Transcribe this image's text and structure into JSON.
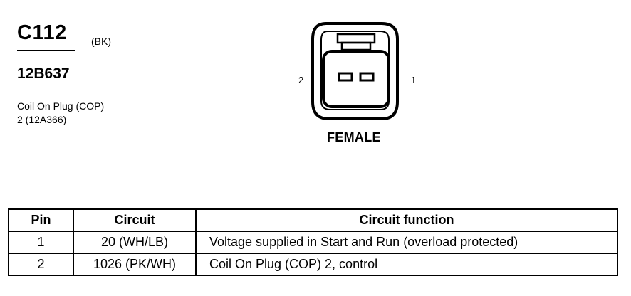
{
  "connector": {
    "id": "C112",
    "color": "(BK)",
    "part_number": "12B637",
    "description_line1": "Coil On Plug (COP)",
    "description_line2": "2 (12A366)"
  },
  "diagram": {
    "pin_left": "2",
    "pin_right": "1",
    "gender": "FEMALE"
  },
  "table": {
    "headers": [
      "Pin",
      "Circuit",
      "Circuit function"
    ],
    "rows": [
      {
        "pin": "1",
        "circuit": "20 (WH/LB)",
        "function": "Voltage supplied in Start and Run (overload protected)"
      },
      {
        "pin": "2",
        "circuit": "1026 (PK/WH)",
        "function": "Coil On Plug (COP) 2, control"
      }
    ]
  }
}
